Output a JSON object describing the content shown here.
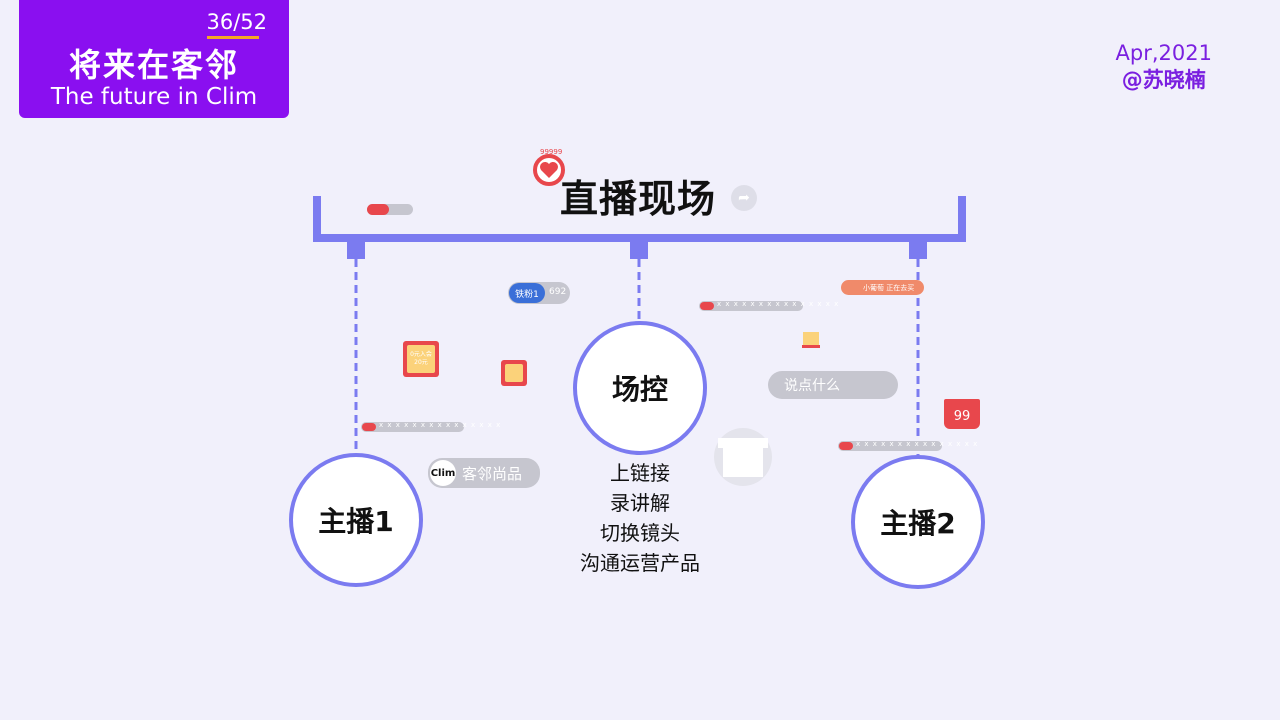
{
  "header": {
    "page_indicator": "36/52",
    "title_cn": "将来在客邻",
    "title_en": "The future in Clim"
  },
  "credit": {
    "date": "Apr,2021",
    "author": "@苏晓楠"
  },
  "diagram": {
    "hub_title": "直播现场",
    "center_node": "场控",
    "left_node": "主播1",
    "right_node": "主播2",
    "center_tasks": [
      "上链接",
      "录讲解",
      "切换镜头",
      "沟通运营产品"
    ],
    "accent_color": "#7b7bf0"
  },
  "live_ui": {
    "like_count": "99999",
    "fan_badge": "铁粉1",
    "fan_count": "692",
    "comment_placeholder": "说点什么",
    "brand_logo": "Clim",
    "brand_name": "客邻尚品",
    "cart_notice": "小葡萄 正在去买",
    "bag_count": "99",
    "coupon_text": "0元入会 20元",
    "comment_dots": "x x x x x x x x x x x x x x x",
    "brand_color": "#8a0ff0",
    "alert_color": "#e8474c"
  }
}
